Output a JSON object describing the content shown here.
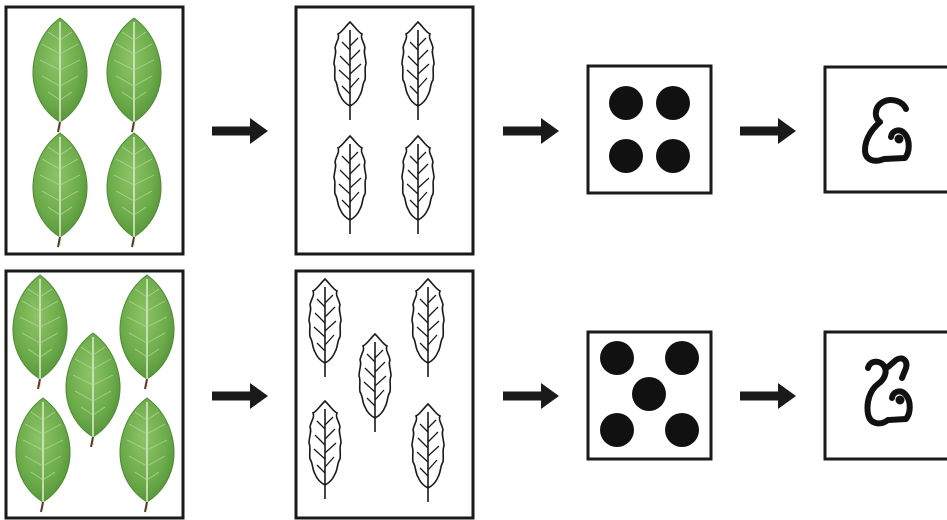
{
  "rows": [
    {
      "count": 4,
      "stages": [
        "leaf-photos",
        "leaf-outlines",
        "dot-pattern",
        "numeral"
      ]
    },
    {
      "count": 5,
      "stages": [
        "leaf-photos",
        "leaf-outlines",
        "dot-pattern",
        "numeral"
      ]
    }
  ],
  "colors": {
    "leaf_fill": "#6cab4a",
    "leaf_dark": "#4e8b34",
    "leaf_vein": "#dcecc8",
    "outline": "#1a1a1a",
    "dot": "#111111"
  }
}
